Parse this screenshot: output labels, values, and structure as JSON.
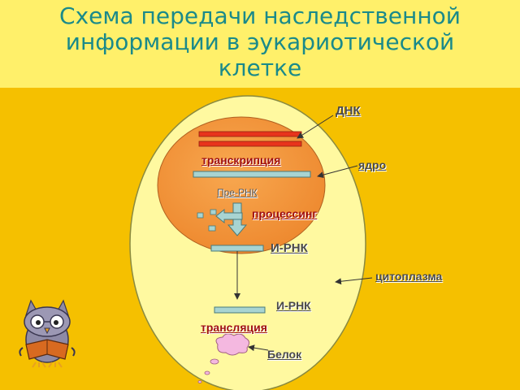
{
  "title": {
    "line1": "Схема передачи наследственной",
    "line2": "информации в эукариотической",
    "line3": "клетке"
  },
  "labels": {
    "dna": "ДНК",
    "transcription": "транскрипция",
    "nucleus": "ядро",
    "pre_rna": "Пре-РНК",
    "processing": "процессинг",
    "mrna_nucleus": "И-РНК",
    "cytoplasm": "цитоплазма",
    "mrna_cytoplasm": "И-РНК",
    "translation": "трансляция",
    "protein": "Белок"
  },
  "colors": {
    "background": "#F5C000",
    "title_band": "#FFF06A",
    "title_text": "#1A8A8A",
    "cell": "#FFF9A0",
    "nucleus": "#F49A40",
    "dna_strand": "#E8341C",
    "rna_bar": "#A8D4D2",
    "protein": "#F4B8E0"
  },
  "icons": {
    "mascot": "owl-reading-book-icon"
  }
}
